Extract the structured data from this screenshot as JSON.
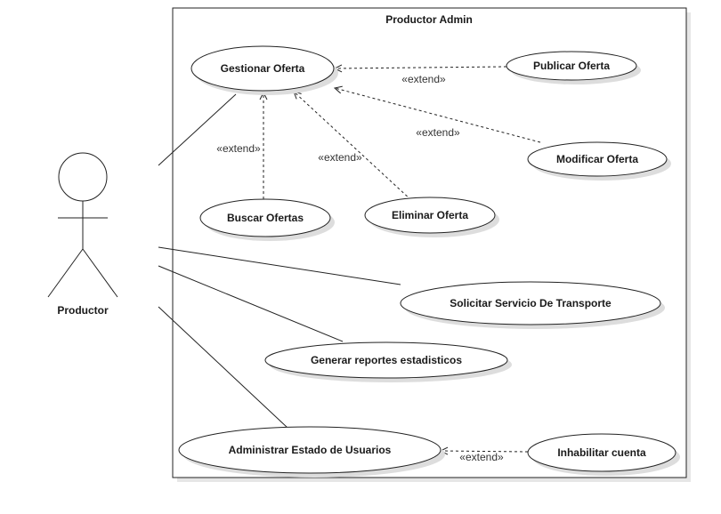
{
  "system": {
    "title": "Productor Admin"
  },
  "actor": {
    "name": "Productor"
  },
  "use_cases": {
    "gestionar_oferta": "Gestionar Oferta",
    "publicar_oferta": "Publicar Oferta",
    "modificar_oferta": "Modificar Oferta",
    "buscar_ofertas": "Buscar Ofertas",
    "eliminar_oferta": "Eliminar Oferta",
    "solicitar_transporte": "Solicitar Servicio De Transporte",
    "generar_reportes": "Generar reportes estadisticos",
    "administrar_usuarios": "Administrar Estado de Usuarios",
    "inhabilitar_cuenta": "Inhabilitar cuenta"
  },
  "relations": {
    "extend_label": "«extend»"
  },
  "colors": {
    "line": "#222222",
    "fill": "#ffffff",
    "shadow": "#d9d9d9"
  }
}
